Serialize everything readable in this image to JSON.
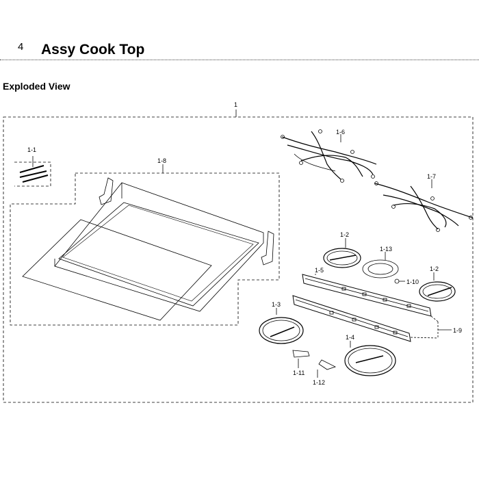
{
  "header": {
    "section_number": "4",
    "title": "Assy Cook Top"
  },
  "view": {
    "heading": "Exploded View"
  },
  "callouts": {
    "assy": "1",
    "p1_1": "1-1",
    "p1_2a": "1-2",
    "p1_2b": "1-2",
    "p1_3": "1-3",
    "p1_4": "1-4",
    "p1_5": "1-5",
    "p1_6": "1-6",
    "p1_7": "1-7",
    "p1_8": "1-8",
    "p1_9": "1-9",
    "p1_10": "1-10",
    "p1_11": "1-11",
    "p1_12": "1-12",
    "p1_13": "1-13"
  }
}
